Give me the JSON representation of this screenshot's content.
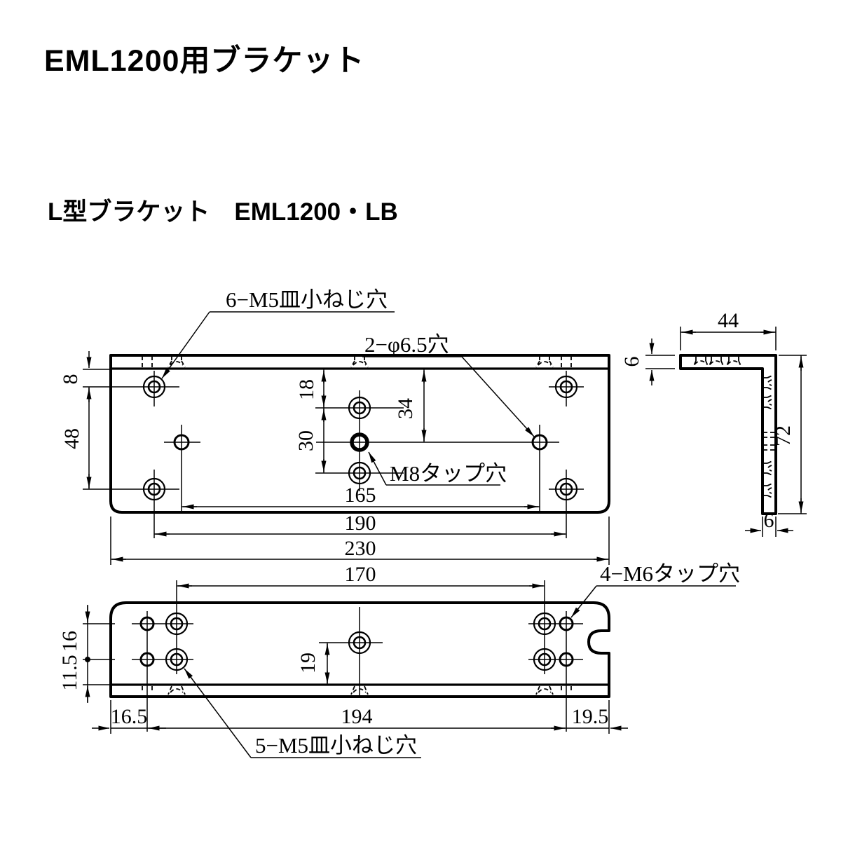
{
  "title": "EML1200用ブラケット",
  "subtitle": "L型ブラケット　EML1200・LB",
  "colors": {
    "line": "#000000",
    "background": "#ffffff"
  },
  "views": {
    "top": {
      "callout_m5": "6−M5皿小ねじ穴",
      "callout_phi65": "2−φ6.5穴",
      "callout_m8": "M8タップ穴",
      "dim_edge_to_row1": "8",
      "dim_row1_to_row2": "48",
      "dim_edge_to_hole1": "18",
      "dim_hole1_to_hole2": "30",
      "dim_edge_to_midrow": "34",
      "dim_phi_span": "165",
      "dim_outer_span": "190",
      "dim_width": "230"
    },
    "side": {
      "dim_leg_width": "44",
      "dim_top_thickness": "6",
      "dim_height": "72",
      "dim_leg_thickness": "6"
    },
    "bottom": {
      "callout_m6": "4−M6タップ穴",
      "callout_m5": "5−M5皿小ねじ穴",
      "dim_csk_span": "170",
      "dim_row_gap": "16",
      "dim_row2_to_bend": "11.5",
      "dim_center_offset": "19",
      "dim_left_margin": "16.5",
      "dim_m6_span": "194",
      "dim_right_margin": "19.5"
    }
  }
}
